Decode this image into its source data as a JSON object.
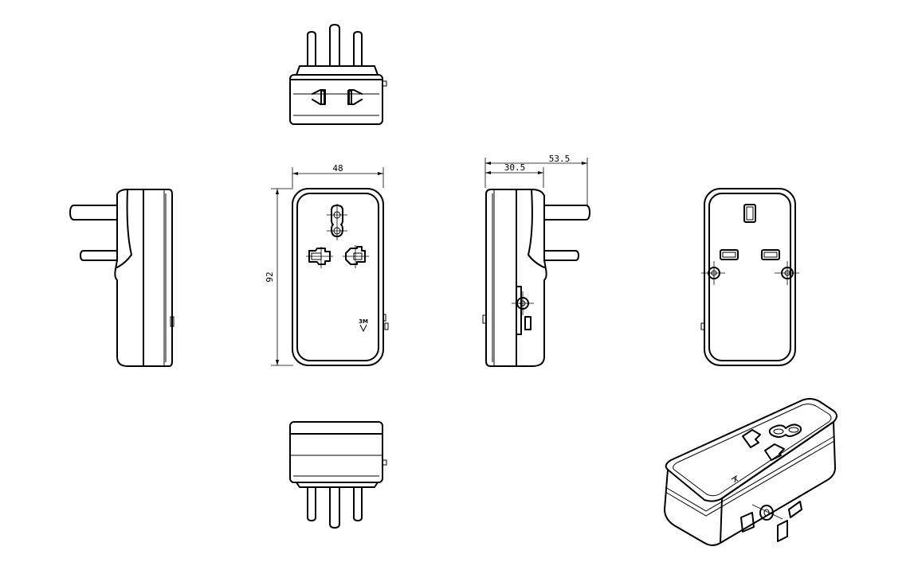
{
  "dimensions": {
    "front_width": "48",
    "front_height": "92",
    "side_depth": "30.5",
    "side_depth_with_pins": "53.5"
  },
  "markings": {
    "front_logo": "3M"
  }
}
